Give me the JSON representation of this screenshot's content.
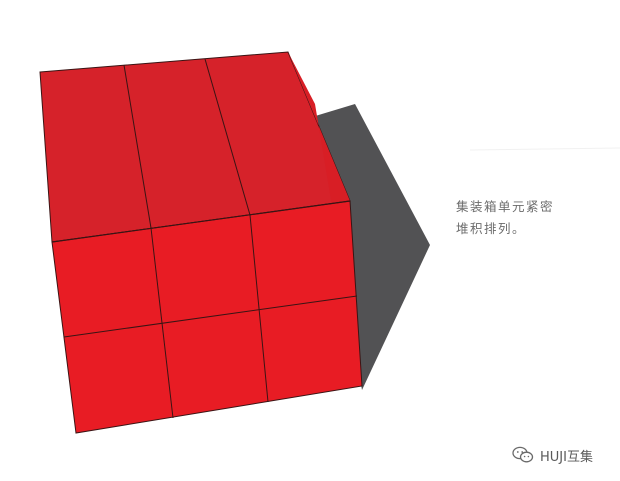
{
  "caption": {
    "line1": "集装箱单元紧密",
    "line2": "堆积排列。"
  },
  "watermark": {
    "text": "HUJI互集",
    "icon": "wechat-icon"
  },
  "colors": {
    "container_top": "#d6222a",
    "container_front": "#e81c24",
    "container_right": "#db1f26",
    "grid_line": "#2b1010",
    "shadow": "#525254",
    "caption_text": "#6b6b6b"
  },
  "diagram": {
    "top_face_columns": 3,
    "front_face_rows": 2,
    "front_face_columns": 3
  }
}
